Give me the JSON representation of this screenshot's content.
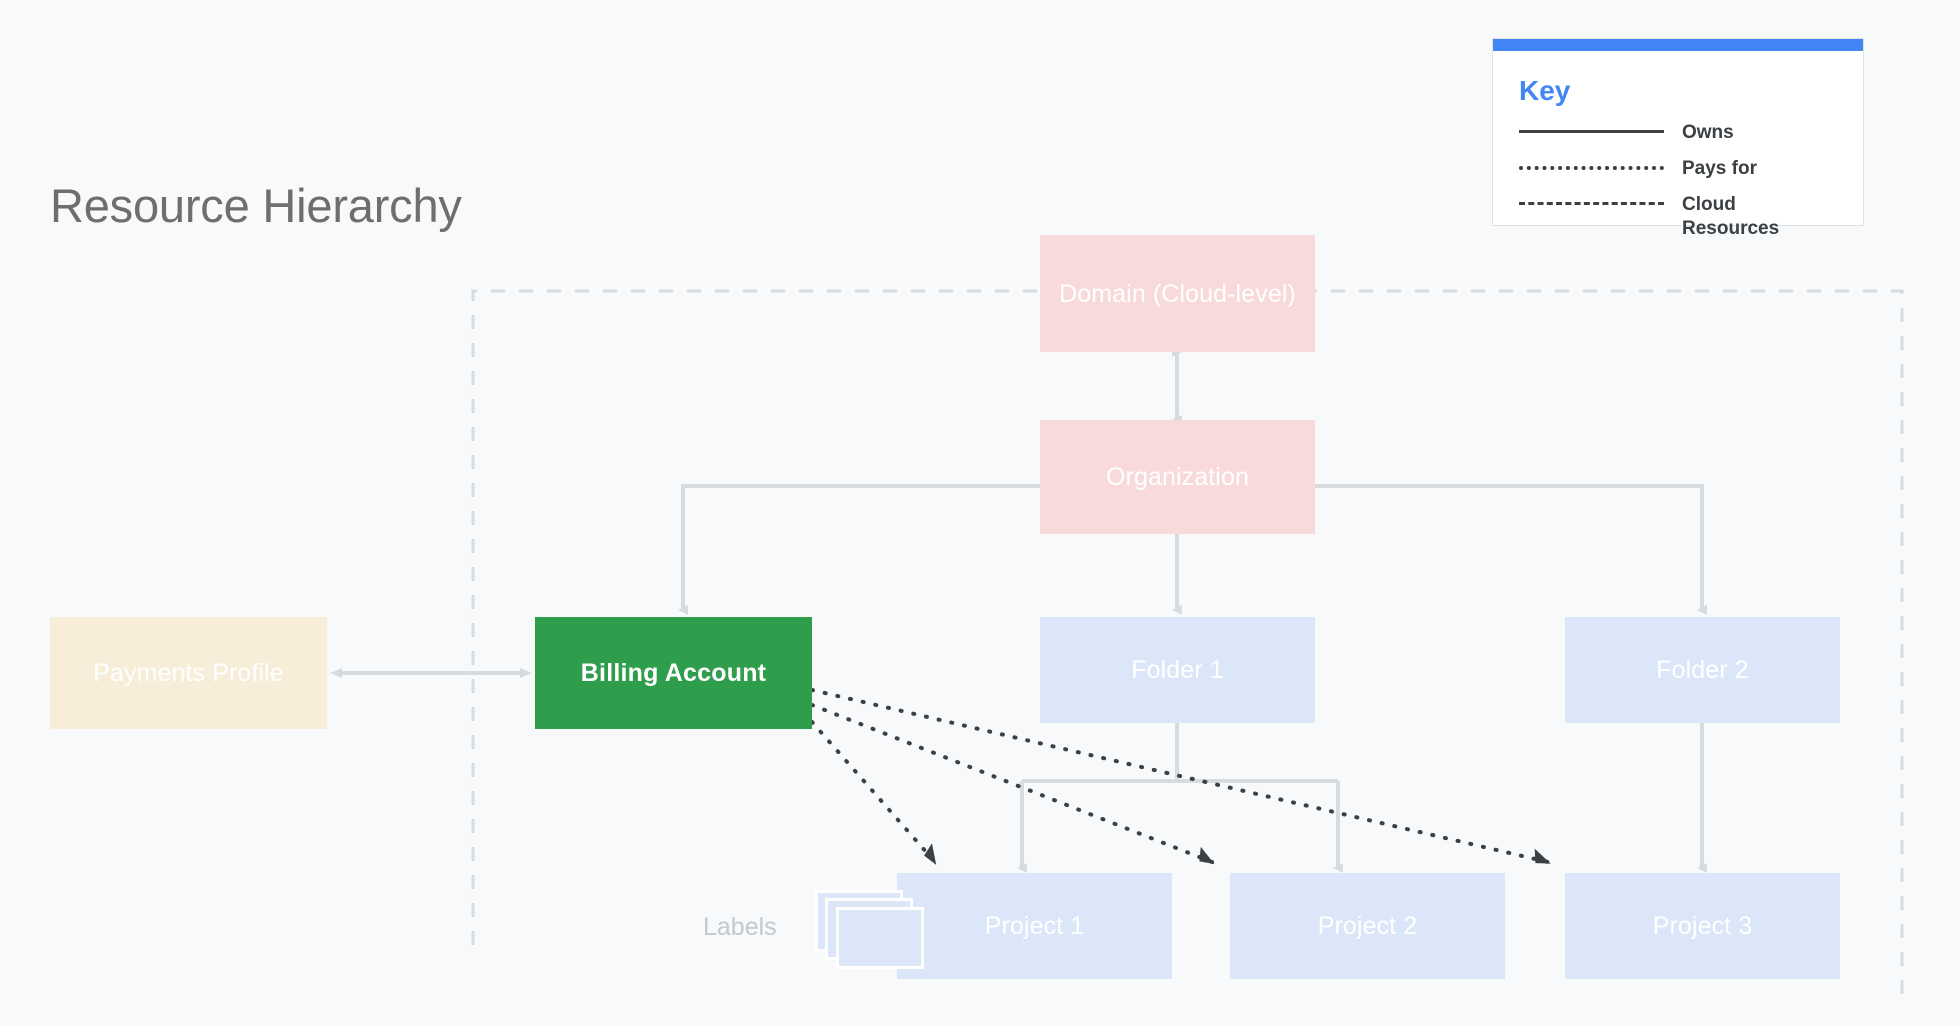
{
  "page": {
    "title": "Resource Hierarchy",
    "background_color": "#f7f9fa"
  },
  "colors": {
    "pink_node": "#f8dada",
    "blue_node": "#dce6f9",
    "cream_node": "#f7edd8",
    "green_node": "#2e9e4c",
    "key_accent": "#4285f4",
    "owns_line": "#d2d5d8",
    "pays_for_line": "#3c4043",
    "boundary_dash": "#d8dbde",
    "title_text": "#6e6e6e",
    "labels_text": "#c3c8cd"
  },
  "nodes": {
    "domain": {
      "label": "Domain (Cloud-level)",
      "type": "pink"
    },
    "organization": {
      "label": "Organization",
      "type": "pink"
    },
    "payments_profile": {
      "label": "Payments Profile",
      "type": "cream"
    },
    "billing_account": {
      "label": "Billing Account",
      "type": "green"
    },
    "folder_1": {
      "label": "Folder 1",
      "type": "blue"
    },
    "folder_2": {
      "label": "Folder 2",
      "type": "blue"
    },
    "project_1": {
      "label": "Project 1",
      "type": "blue"
    },
    "project_2": {
      "label": "Project 2",
      "type": "blue"
    },
    "project_3": {
      "label": "Project 3",
      "type": "blue"
    },
    "labels": {
      "label": "Labels",
      "icon": "stacked-cards-icon"
    }
  },
  "key": {
    "title": "Key",
    "rows": [
      {
        "style": "solid",
        "label": "Owns"
      },
      {
        "style": "dotted",
        "label": "Pays for"
      },
      {
        "style": "dashed",
        "label": "Cloud Resources"
      }
    ]
  },
  "edges": [
    {
      "from": "domain",
      "to": "organization",
      "style": "owns",
      "direction": "both"
    },
    {
      "from": "organization",
      "to": "billing_account",
      "style": "owns",
      "direction": "to"
    },
    {
      "from": "organization",
      "to": "folder_1",
      "style": "owns",
      "direction": "to"
    },
    {
      "from": "organization",
      "to": "folder_2",
      "style": "owns",
      "direction": "to"
    },
    {
      "from": "payments_profile",
      "to": "billing_account",
      "style": "owns",
      "direction": "both"
    },
    {
      "from": "folder_1",
      "to": "project_1",
      "style": "owns",
      "direction": "to"
    },
    {
      "from": "folder_1",
      "to": "project_2",
      "style": "owns",
      "direction": "to"
    },
    {
      "from": "folder_2",
      "to": "project_3",
      "style": "owns",
      "direction": "to"
    },
    {
      "from": "billing_account",
      "to": "project_1",
      "style": "pays_for",
      "direction": "to"
    },
    {
      "from": "billing_account",
      "to": "project_2",
      "style": "pays_for",
      "direction": "to"
    },
    {
      "from": "billing_account",
      "to": "project_3",
      "style": "pays_for",
      "direction": "to"
    }
  ],
  "boundary": {
    "style": "dashed",
    "meaning": "Cloud Resources"
  }
}
